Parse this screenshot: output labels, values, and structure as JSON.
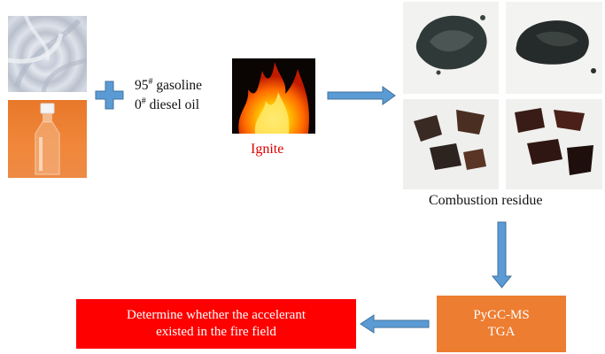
{
  "fuels": {
    "gasoline_num": "95",
    "gasoline_sup": "#",
    "gasoline_label": " gasoline",
    "diesel_num": "0",
    "diesel_sup": "#",
    "diesel_label": " diesel oil"
  },
  "ignite_label": "Ignite",
  "residue_label": "Combustion residue",
  "analysis": {
    "line1": "PyGC-MS",
    "line2": "TGA"
  },
  "result": {
    "line1": "Determine whether the accelerant",
    "line2": "existed in the fire field"
  },
  "colors": {
    "arrow": "#5b9bd5",
    "ignite_text": "#e00000",
    "analysis_box": "#ed7d31",
    "result_box": "#ff0000"
  }
}
